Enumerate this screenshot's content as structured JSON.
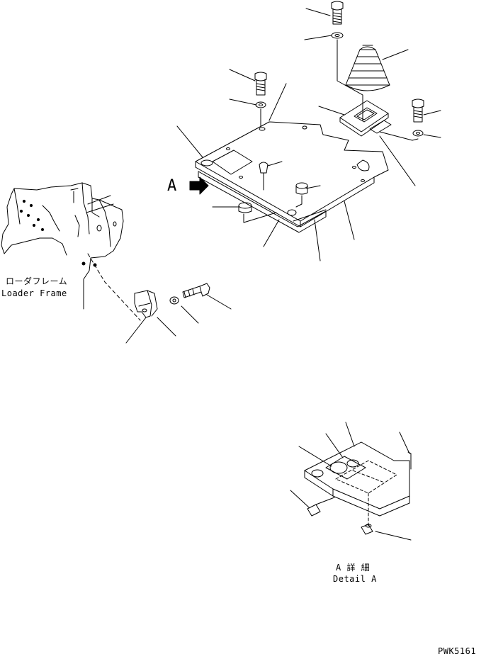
{
  "labels": {
    "loader_frame_jp": "ローダフレーム",
    "loader_frame_en": "Loader Frame",
    "view_letter": "A",
    "detail_jp": "A 詳 細",
    "detail_en": "Detail A",
    "drawing_code": "PWK5161"
  },
  "icons": {
    "view_arrow": "right-arrow-icon"
  }
}
